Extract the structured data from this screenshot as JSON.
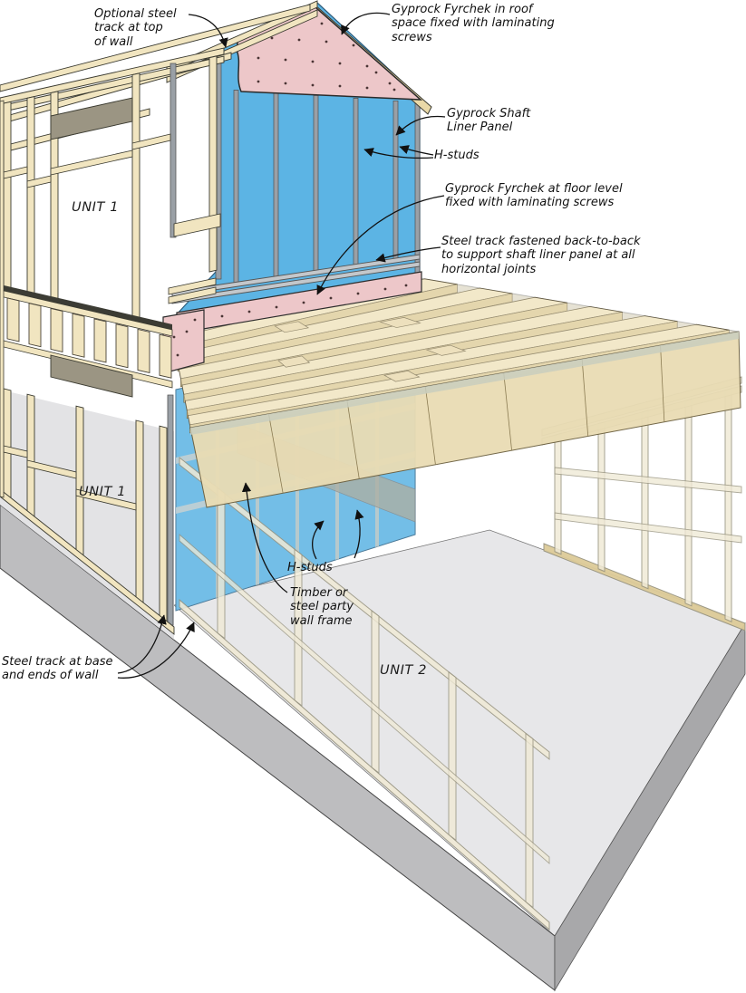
{
  "diagram": {
    "type": "construction-detail-diagram",
    "subject": "Gyprock shaft liner party wall system between two units",
    "labels": {
      "optional_track": "Optional steel\ntrack at top\nof wall",
      "roof_fyrchek": "Gyprock Fyrchek in roof\nspace fixed with laminating\nscrews",
      "shaft_liner": "Gyprock Shaft\nLiner Panel",
      "h_studs_upper": "H-studs",
      "floor_fyrchek": "Gyprock Fyrchek at floor level\nfixed with laminating screws",
      "track_joints": "Steel track fastened back-to-back\nto support shaft liner panel at all\nhorizontal joints",
      "unit1_upper": "UNIT 1",
      "unit1_lower": "UNIT 1",
      "h_studs_lower": "H-studs",
      "party_frame": "Timber or\nsteel party\nwall frame",
      "track_base": "Steel track at base\nand ends of wall",
      "unit2": "UNIT 2"
    },
    "colors": {
      "shaft_liner_blue": "#5cb4e4",
      "fyrchek_pink": "#edc7c9",
      "timber_cream": "#f1e5c0",
      "timber_shade": "#ddcb98",
      "timber_dark_edge": "#3a3a30",
      "steel_gray": "#9aa0a6",
      "track_gray": "#c3c7cb",
      "header_olive": "#9b9583",
      "ghost_frame": "#f0ead6",
      "ghost_line": "#97937f",
      "slab_top": "#e7e7e9",
      "slab_front": "#bdbdbf",
      "slab_side": "#a8a8aa",
      "backdrop_gray": "#e3e3e5",
      "outline": "#2b2b2b",
      "leader": "#111111",
      "screw_dot": "#4a3434"
    }
  }
}
